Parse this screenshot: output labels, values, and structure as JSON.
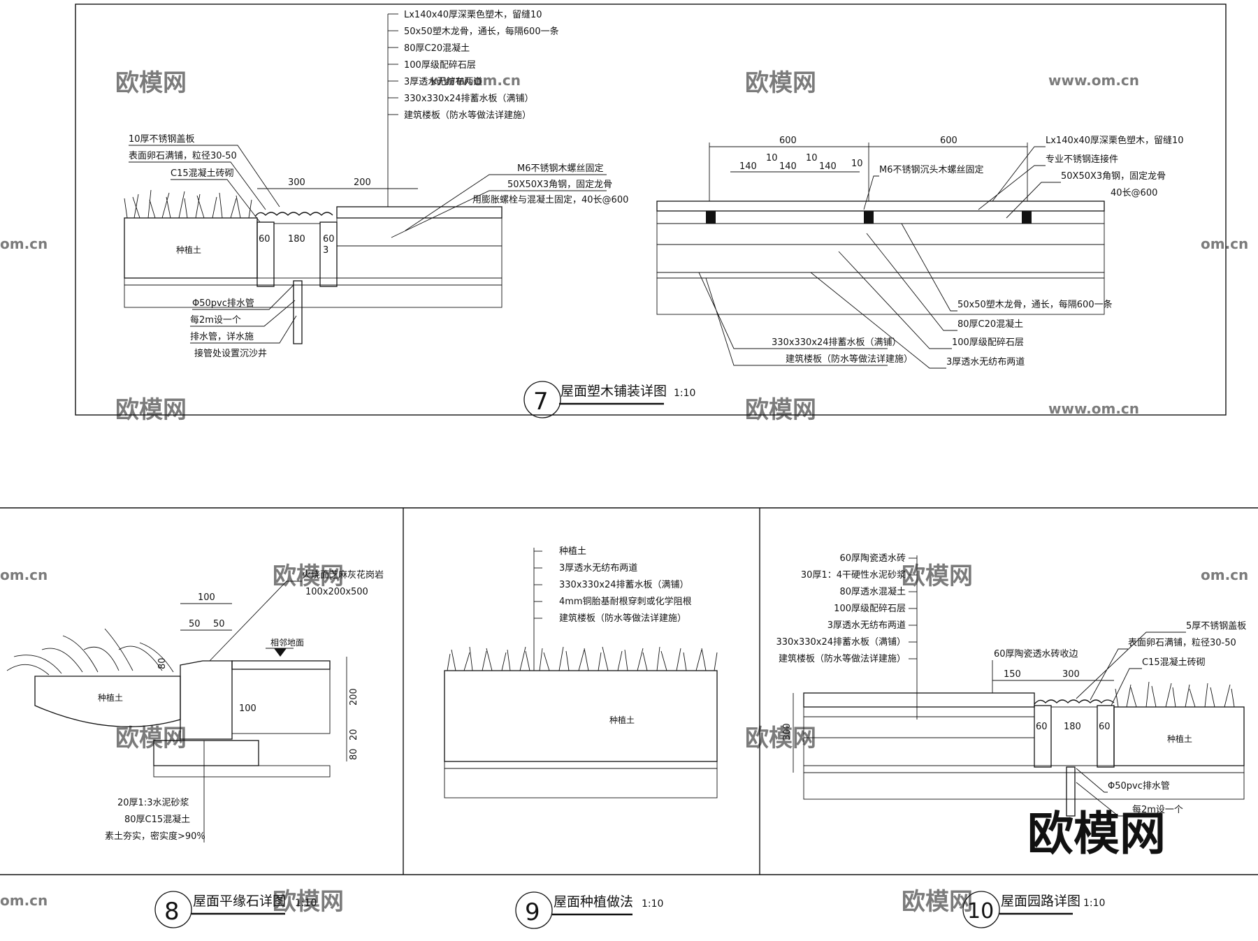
{
  "detail7": {
    "number": "7",
    "title": "屋面塑木铺装详图",
    "scale": "1:10",
    "left": {
      "top_notes": [
        "Lx140x40厚深栗色塑木，留缝10",
        "50x50塑木龙骨，通长，每隔600一条",
        "80厚C20混凝土",
        "100厚级配碎石层",
        "3厚透水无纺布两道",
        "330x330x24排蓄水板（满铺）",
        "建筑楼板（防水等做法详建施）"
      ],
      "left_notes": [
        "10厚不锈钢盖板",
        "表面卵石满铺，粒径30-50",
        "C15混凝土砖砌"
      ],
      "right_notes": [
        "M6不锈钢木螺丝固定",
        "50X50X3角钢，固定龙骨",
        "用膨胀螺栓与混凝土固定，40长@600"
      ],
      "bottom_notes": [
        "Φ50pvc排水管",
        "每2m设一个",
        "排水管，详水施",
        "接管处设置沉沙井"
      ],
      "dims": [
        "300",
        "200",
        "60",
        "180",
        "60",
        "3"
      ],
      "soil_label": "种植土"
    },
    "right": {
      "top_dims": [
        "600",
        "600"
      ],
      "sub_dims": [
        "140",
        "10",
        "140",
        "10",
        "140",
        "10"
      ],
      "notes_right": [
        "Lx140x40厚深栗色塑木，留缝10",
        "专业不锈钢连接件",
        "50X50X3角钢，固定龙骨",
        "40长@600"
      ],
      "screw_note": "M6不锈钢沉头木螺丝固定",
      "bottom_notes_right": [
        "50x50塑木龙骨，通长，每隔600一条",
        "80厚C20混凝土",
        "100厚级配碎石层",
        "3厚透水无纺布两道"
      ],
      "bottom_notes_left": [
        "330x330x24排蓄水板（满铺）",
        "建筑楼板（防水等做法详建施）"
      ]
    }
  },
  "detail8": {
    "number": "8",
    "title": "屋面平缘石详图",
    "scale": "1:10",
    "notes_top": [
      "火烧面芝麻灰花岗岩",
      "100x200x500"
    ],
    "ground_label": "相邻地面",
    "dims": [
      "100",
      "50",
      "50",
      "80",
      "100",
      "200",
      "20",
      "80"
    ],
    "bottom_notes": [
      "20厚1:3水泥砂浆",
      "80厚C15混凝土",
      "素土夯实，密实度>90%"
    ],
    "soil_label": "种植土"
  },
  "detail9": {
    "number": "9",
    "title": "屋面种植做法",
    "scale": "1:10",
    "notes": [
      "种植土",
      "3厚透水无纺布两道",
      "330x330x24排蓄水板（满铺）",
      "4mm铜胎基耐根穿刺或化学阻根",
      "建筑楼板（防水等做法详建施）"
    ],
    "soil_label": "种植土"
  },
  "detail10": {
    "number": "10",
    "title": "屋面园路详图",
    "scale": "1:10",
    "notes": [
      "60厚陶瓷透水砖",
      "30厚1：4干硬性水泥砂浆",
      "80厚透水混凝土",
      "100厚级配碎石层",
      "3厚透水无纺布两道",
      "330x330x24排蓄水板（满铺）",
      "建筑楼板（防水等做法详建施）"
    ],
    "edge_note": "60厚陶瓷透水砖收边",
    "right_notes": [
      "5厚不锈钢盖板",
      "表面卵石满铺，粒径30-50",
      "C15混凝土砖砌"
    ],
    "dims": [
      "150",
      "300",
      "300",
      "60",
      "180",
      "60"
    ],
    "bottom_notes": [
      "Φ50pvc排水管",
      "每2m设一个"
    ],
    "soil_label": "种植土"
  },
  "watermarks": {
    "logo": "欧模网",
    "url": "www.om.cn",
    "domain_fragment": "om.cn"
  }
}
